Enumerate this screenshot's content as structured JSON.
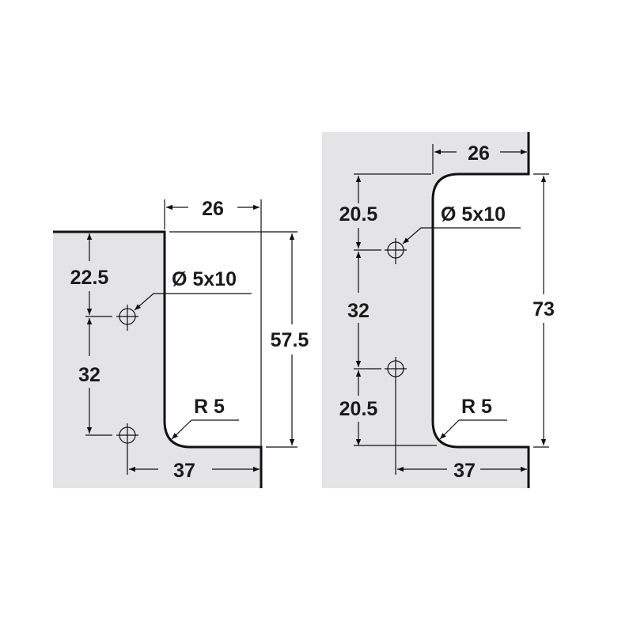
{
  "diagrams": [
    {
      "name": "left-drilling-template",
      "labels": {
        "width_top": "26",
        "hole_to_top": "22.5",
        "hole_spacing": "32",
        "hole_size": "Ø 5x10",
        "height": "57.5",
        "radius": "R 5",
        "width_bottom": "37"
      }
    },
    {
      "name": "right-drilling-template",
      "labels": {
        "width_top": "26",
        "hole_to_top": "20.5",
        "hole_spacing": "32",
        "hole_to_bottom": "20.5",
        "hole_size": "Ø 5x10",
        "height": "73",
        "radius": "R 5",
        "width_bottom": "37"
      }
    }
  ],
  "colors": {
    "panel": "#e4e4e6",
    "line": "#111111",
    "background": "#ffffff"
  }
}
